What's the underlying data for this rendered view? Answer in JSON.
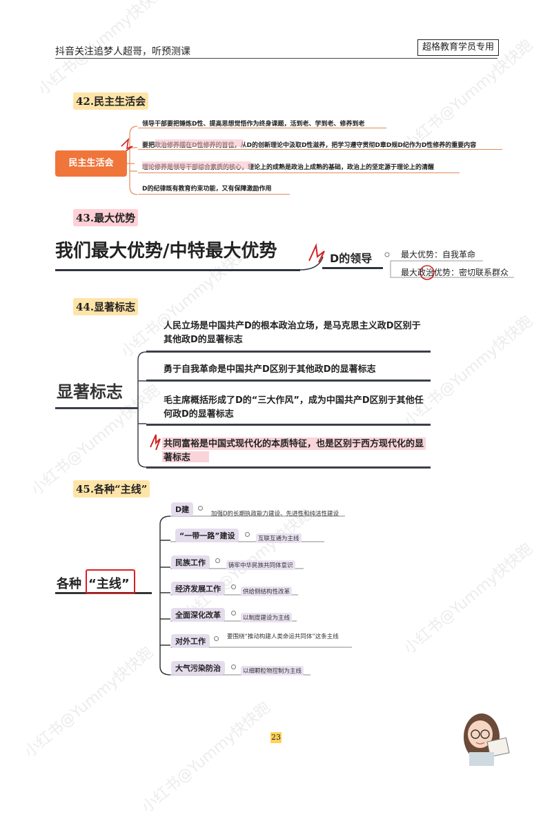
{
  "header": {
    "left": "抖音关注追梦人超哥，听预测课",
    "right": "超格教育学员专用"
  },
  "watermark": "小红书@Yummy快快跑",
  "sec42": {
    "title": "42.民主生活会",
    "center": "民主生活会",
    "items": [
      "领导干部要把锤炼D性、提高思想觉悟作为终身课题，活到老、学到老、修养到老",
      "要把政治修养摆在D性修养的首位，从D的创新理论中汲取D性滋养，把学习遵守贯彻D章D规D纪作为D性修养的重要内容",
      "理论修养是领导干部综合素质的核心，理论上的成熟是政治上成熟的基础，政治上的坚定源于理论上的清醒",
      "D的纪律既有教育约束功能，又有保障激励作用"
    ]
  },
  "sec43": {
    "title": "43.最大优势",
    "big": "我们最大优势/中特最大优势",
    "node": "D的领导",
    "items": [
      "最大优势：自我革命",
      "最大政治优势：密切联系群众"
    ]
  },
  "sec44": {
    "title": "44.显著标志",
    "big": "显著标志",
    "items": [
      "人民立场是中国共产D的根本政治立场，是马克思主义政D区别于其他政D的显著标志",
      "勇于自我革命是中国共产D区别于其他政D的显著标志",
      "毛主席概括形成了D的“三大作风”，成为中国共产D区别于其他任何政D的显著标志",
      "共同富裕是中国式现代化的本质特征，也是区别于西方现代化的显著标志"
    ]
  },
  "sec45": {
    "title": "45.各种“主线”",
    "big_prefix": "各种",
    "big_highlight": "“主线”",
    "items": [
      {
        "label": "D建",
        "desc": "加强D的长期执政能力建设、先进性和纯洁性建设"
      },
      {
        "label": "“一带一路”建设",
        "desc": "互联互通为主线"
      },
      {
        "label": "民族工作",
        "desc": "铸牢中华民族共同体意识"
      },
      {
        "label": "经济发展工作",
        "desc": "供给侧结构性改革"
      },
      {
        "label": "全面深化改革",
        "desc": "以制度建设为主线"
      },
      {
        "label": "对外工作",
        "desc": "要围绕“推动构建人类命运共同体”这条主线"
      },
      {
        "label": "大气污染防治",
        "desc": "以细颗粒物控制为主线"
      }
    ]
  },
  "page_number": "23",
  "colors": {
    "orange": "#f0753a",
    "highlight_pink": "#f6c2c9",
    "highlight_yellow": "#ffe4a8",
    "dark_bar": "#3b3e4a",
    "pill_purple": "#e4dced",
    "annotation_red": "#d42020"
  }
}
